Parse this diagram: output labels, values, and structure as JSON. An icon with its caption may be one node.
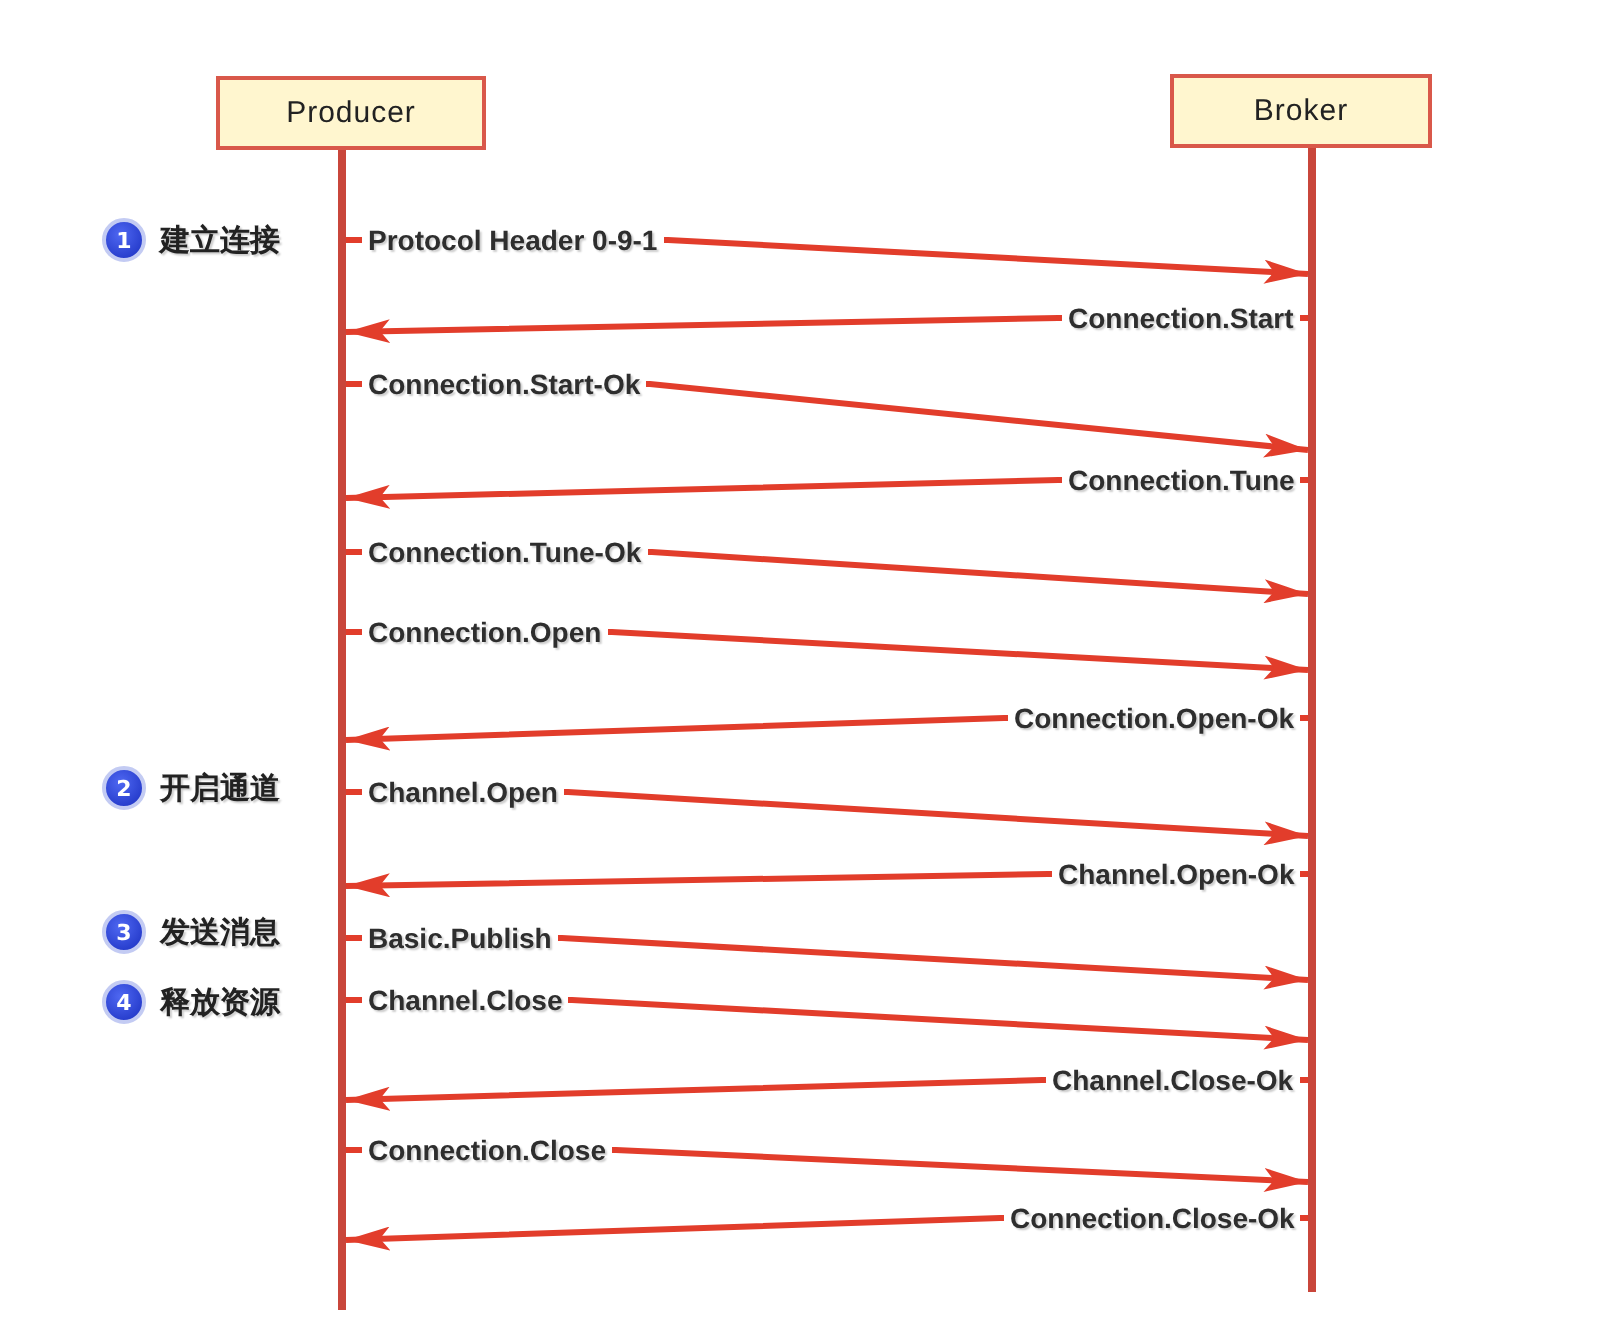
{
  "diagram": {
    "nodes": [
      {
        "text": [
          "Producer"
        ]
      },
      {
        "text": [
          "Broker"
        ]
      },
      {
        "text": [],
        "shape": "line"
      },
      {
        "text": [],
        "shape": "line"
      }
    ],
    "edges": [
      {
        "from": 2,
        "to": 3,
        "arrow": "to",
        "label": "Protocol Header 0-9-1"
      },
      {
        "from": 3,
        "to": 2,
        "arrow": "to",
        "label": "Connection.Start"
      },
      {
        "from": 2,
        "to": 3,
        "arrow": "to",
        "label": "Connection.Start-Ok"
      },
      {
        "from": 3,
        "to": 2,
        "arrow": "to",
        "label": "Connection.Tune"
      },
      {
        "from": 2,
        "to": 3,
        "arrow": "to",
        "label": "Connection.Tune-Ok"
      },
      {
        "from": 2,
        "to": 3,
        "arrow": "to",
        "label": "Connection.Open"
      },
      {
        "from": 3,
        "to": 2,
        "arrow": "to",
        "label": "Connection.Open-Ok"
      },
      {
        "from": 2,
        "to": 3,
        "arrow": "to",
        "label": "Channel.Open"
      },
      {
        "from": 3,
        "to": 2,
        "arrow": "to",
        "label": "Channel.Open-Ok"
      },
      {
        "from": 2,
        "to": 3,
        "arrow": "to",
        "label": "Basic.Publish"
      },
      {
        "from": 2,
        "to": 3,
        "arrow": "to",
        "label": "Channel.Close"
      },
      {
        "from": 3,
        "to": 2,
        "arrow": "to",
        "label": "Channel.Close-Ok"
      },
      {
        "from": 2,
        "to": 3,
        "arrow": "to",
        "label": "Connection.Close"
      },
      {
        "from": 3,
        "to": 2,
        "arrow": "to",
        "label": "Connection.Close-Ok"
      }
    ],
    "labels": [
      "1",
      "建立连接",
      "2",
      "开启通道",
      "3",
      "发送消息",
      "4",
      "释放资源"
    ]
  }
}
